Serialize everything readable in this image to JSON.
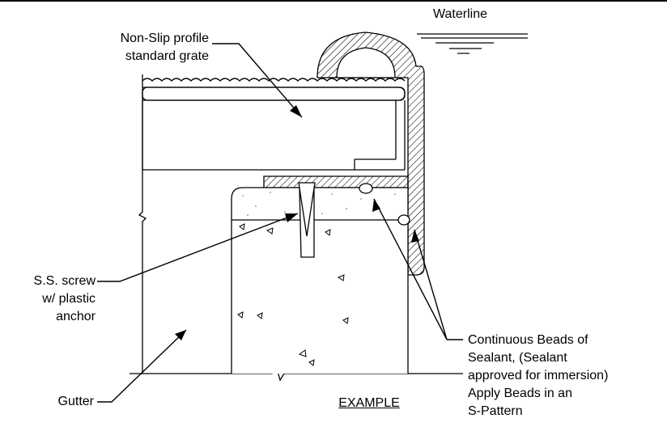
{
  "labels": {
    "waterline": "Waterline",
    "grate_line1": "Non-Slip profile",
    "grate_line2": "standard grate",
    "screw_line1": "S.S. screw",
    "screw_line2": "w/ plastic",
    "screw_line3": "anchor",
    "gutter": "Gutter",
    "example": "EXAMPLE",
    "sealant_line1": "Continuous Beads of",
    "sealant_line2": "Sealant, (Sealant",
    "sealant_line3": "approved for immersion)",
    "sealant_line4": "Apply Beads in an",
    "sealant_line5": "S-Pattern"
  }
}
